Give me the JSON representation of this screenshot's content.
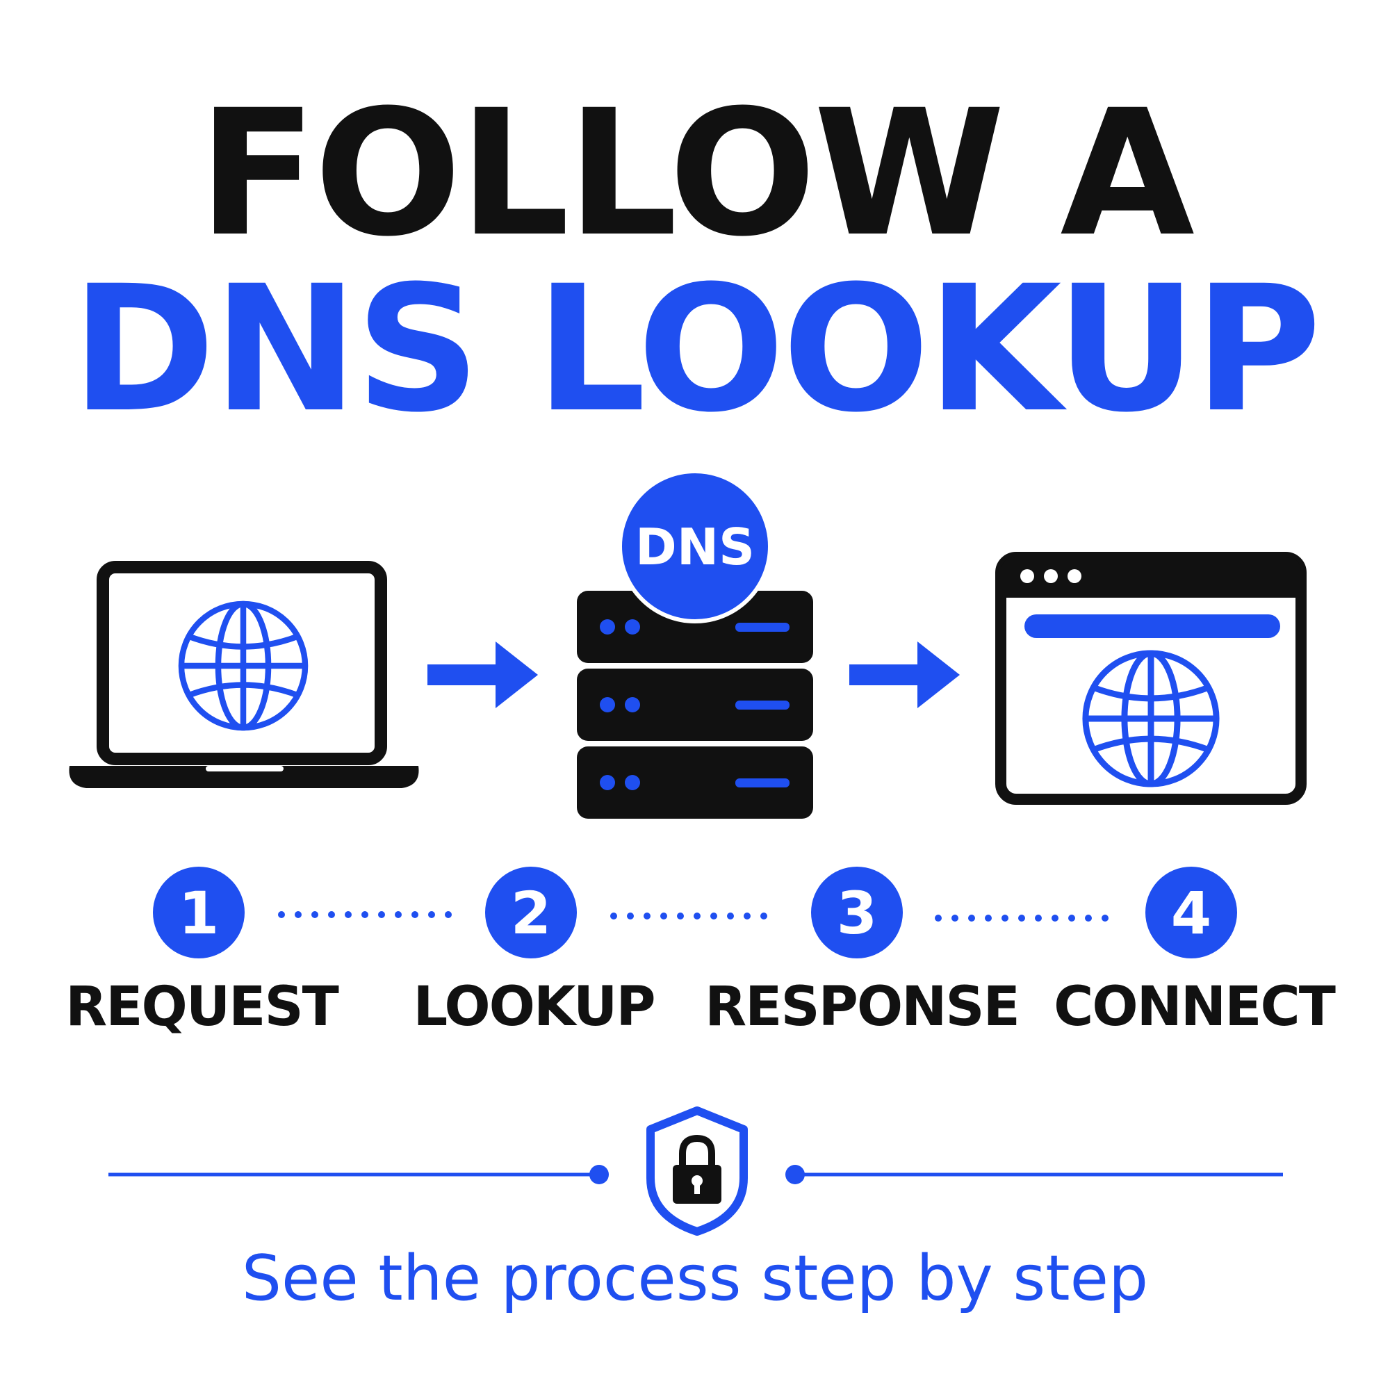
{
  "title": {
    "line1": "FOLLOW A",
    "line2": "DNS LOOKUP"
  },
  "server_badge": "DNS",
  "steps": [
    {
      "number": "1",
      "label": "REQUEST"
    },
    {
      "number": "2",
      "label": "LOOKUP"
    },
    {
      "number": "3",
      "label": "RESPONSE"
    },
    {
      "number": "4",
      "label": "CONNECT"
    }
  ],
  "tagline": "See the process step by step",
  "icons": {
    "client": "laptop-globe-icon",
    "server": "dns-server-stack-icon",
    "destination": "browser-window-globe-icon",
    "security": "shield-lock-icon",
    "flow": "arrow-right-icon"
  },
  "colors": {
    "accent": "#1f4ff0",
    "ink": "#111111",
    "background": "#ffffff"
  }
}
